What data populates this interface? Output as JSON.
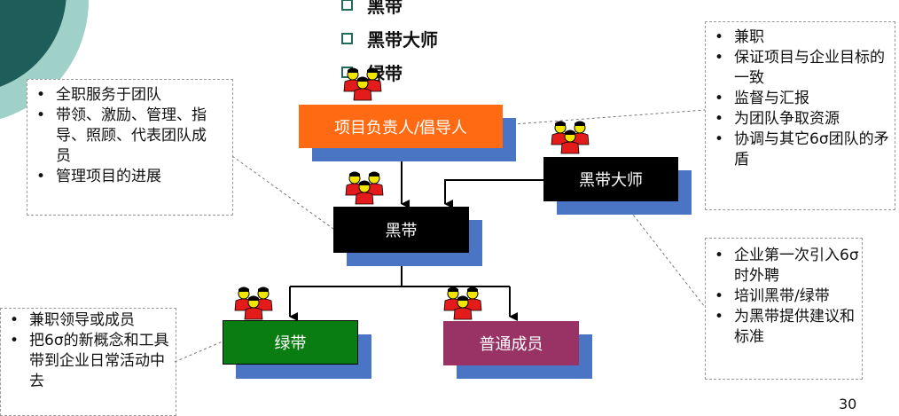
{
  "top_list": [
    "黑带",
    "黑带大师",
    "绿带"
  ],
  "nodes": {
    "leader": "项目负责人/倡导人",
    "black_belt": "黑带",
    "master_black_belt": "黑带大师",
    "green_belt": "绿带",
    "member": "普通成员"
  },
  "notes": {
    "black_belt_role": [
      "全职服务于团队",
      "带领、激励、管理、指导、照顾、代表团队成员",
      "管理项目的进展"
    ],
    "leader_role": [
      "兼职",
      "保证项目与企业目标的一致",
      "监督与汇报",
      "为团队争取资源",
      "协调与其它6σ团队的矛盾"
    ],
    "master_role": [
      "企业第一次引入6σ时外聘",
      "培训黑带/绿带",
      "为黑带提供建议和标准"
    ],
    "green_belt_role": [
      "兼职领导或成员",
      "把6σ的新概念和工具带到企业日常活动中去"
    ]
  },
  "page_number": "30",
  "colors": {
    "leader": "#ff6a12",
    "black_belt": "#000000",
    "master_black_belt": "#000000",
    "green_belt": "#0a7d12",
    "member": "#993366",
    "shadow": "#4a74c4",
    "people": "#e31b1b"
  }
}
